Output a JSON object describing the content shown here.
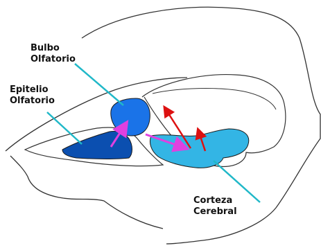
{
  "labels": {
    "bulbo": {
      "line1": "Bulbo",
      "line2": "Olfatorio"
    },
    "epitelio": {
      "line1": "Epitelio",
      "line2": "Olfatorio"
    },
    "corteza": {
      "line1": "Corteza",
      "line2": "Cerebral"
    }
  },
  "colors": {
    "outline": "#333333",
    "bulbo_fill": "#1a73e8",
    "epitelio_fill": "#0b4fb0",
    "corteza_fill": "#33b5e5",
    "leader_line": "#20b8c8",
    "magenta_arrow": "#e040e0",
    "red_arrow": "#dd1111"
  }
}
